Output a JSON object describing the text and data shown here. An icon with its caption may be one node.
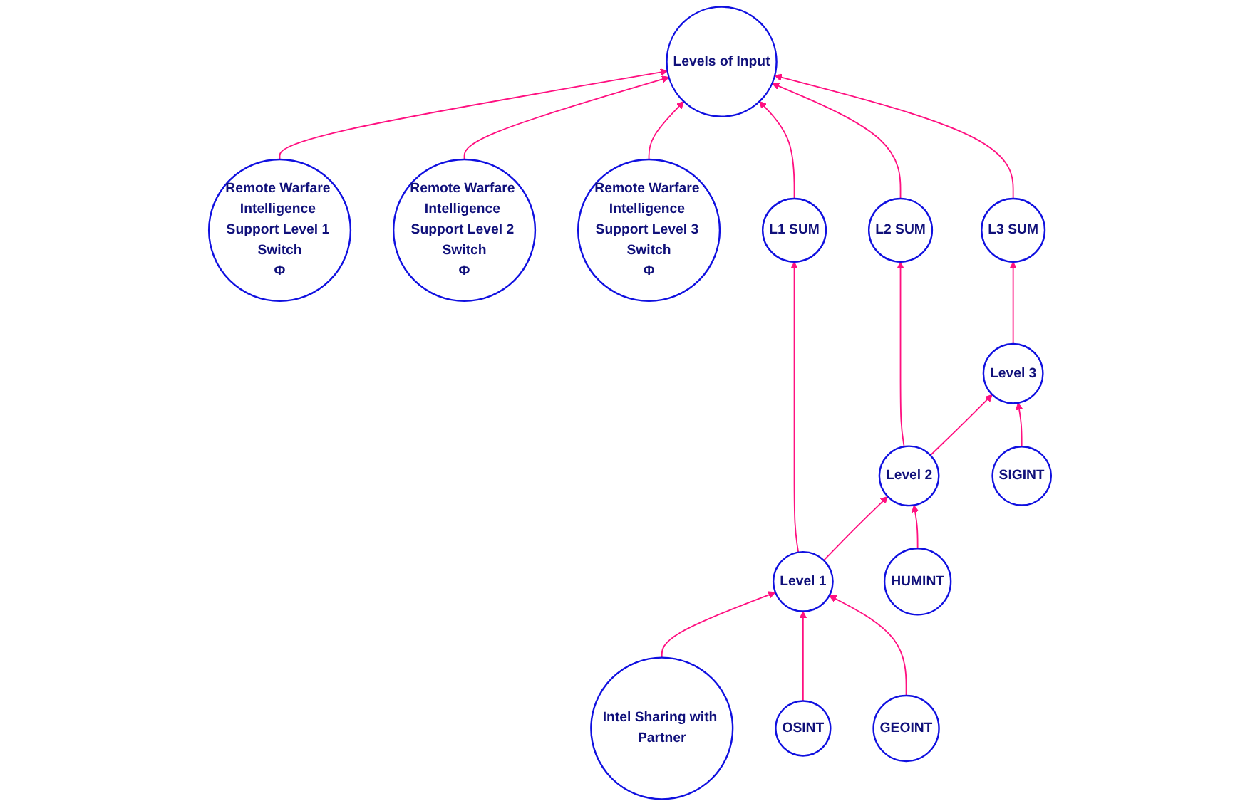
{
  "diagram": {
    "nodes": [
      {
        "text": [
          "Remote Warfare Intelligence Support Level 1 Switch",
          "Φ"
        ]
      },
      {
        "text": [
          "Remote Warfare Intelligence Support Level 2 Switch",
          "Φ"
        ]
      },
      {
        "text": [
          "Remote Warfare Intelligence Support Level 3 Switch",
          "Φ"
        ]
      },
      {
        "text": [
          "Levels of Input"
        ]
      },
      {
        "text": [
          "L1 SUM"
        ]
      },
      {
        "text": [
          "L2 SUM"
        ]
      },
      {
        "text": [
          "L3 SUM"
        ]
      },
      {
        "text": [
          "Level 1"
        ]
      },
      {
        "text": [
          "Level 2"
        ]
      },
      {
        "text": [
          "Level 3"
        ]
      },
      {
        "text": [
          "Intel Sharing with Partner"
        ]
      },
      {
        "text": [
          "OSINT"
        ]
      },
      {
        "text": [
          "GEOINT"
        ]
      },
      {
        "text": [
          "HUMINT"
        ]
      },
      {
        "text": [
          "SIGINT"
        ]
      }
    ],
    "edges": [
      {
        "from": 0,
        "to": 3,
        "arrow": "to"
      },
      {
        "from": 1,
        "to": 3,
        "arrow": "to"
      },
      {
        "from": 2,
        "to": 3,
        "arrow": "to"
      },
      {
        "from": 4,
        "to": 3,
        "arrow": "to"
      },
      {
        "from": 5,
        "to": 3,
        "arrow": "to"
      },
      {
        "from": 6,
        "to": 3,
        "arrow": "to"
      },
      {
        "from": 7,
        "to": 4,
        "arrow": "to"
      },
      {
        "from": 8,
        "to": 5,
        "arrow": "to"
      },
      {
        "from": 9,
        "to": 6,
        "arrow": "to"
      },
      {
        "from": 7,
        "to": 8,
        "arrow": "to"
      },
      {
        "from": 8,
        "to": 9,
        "arrow": "to"
      },
      {
        "from": 10,
        "to": 7,
        "arrow": "to"
      },
      {
        "from": 11,
        "to": 7,
        "arrow": "to"
      },
      {
        "from": 12,
        "to": 7,
        "arrow": "to"
      },
      {
        "from": 13,
        "to": 8,
        "arrow": "to"
      },
      {
        "from": 14,
        "to": 9,
        "arrow": "to"
      }
    ]
  }
}
